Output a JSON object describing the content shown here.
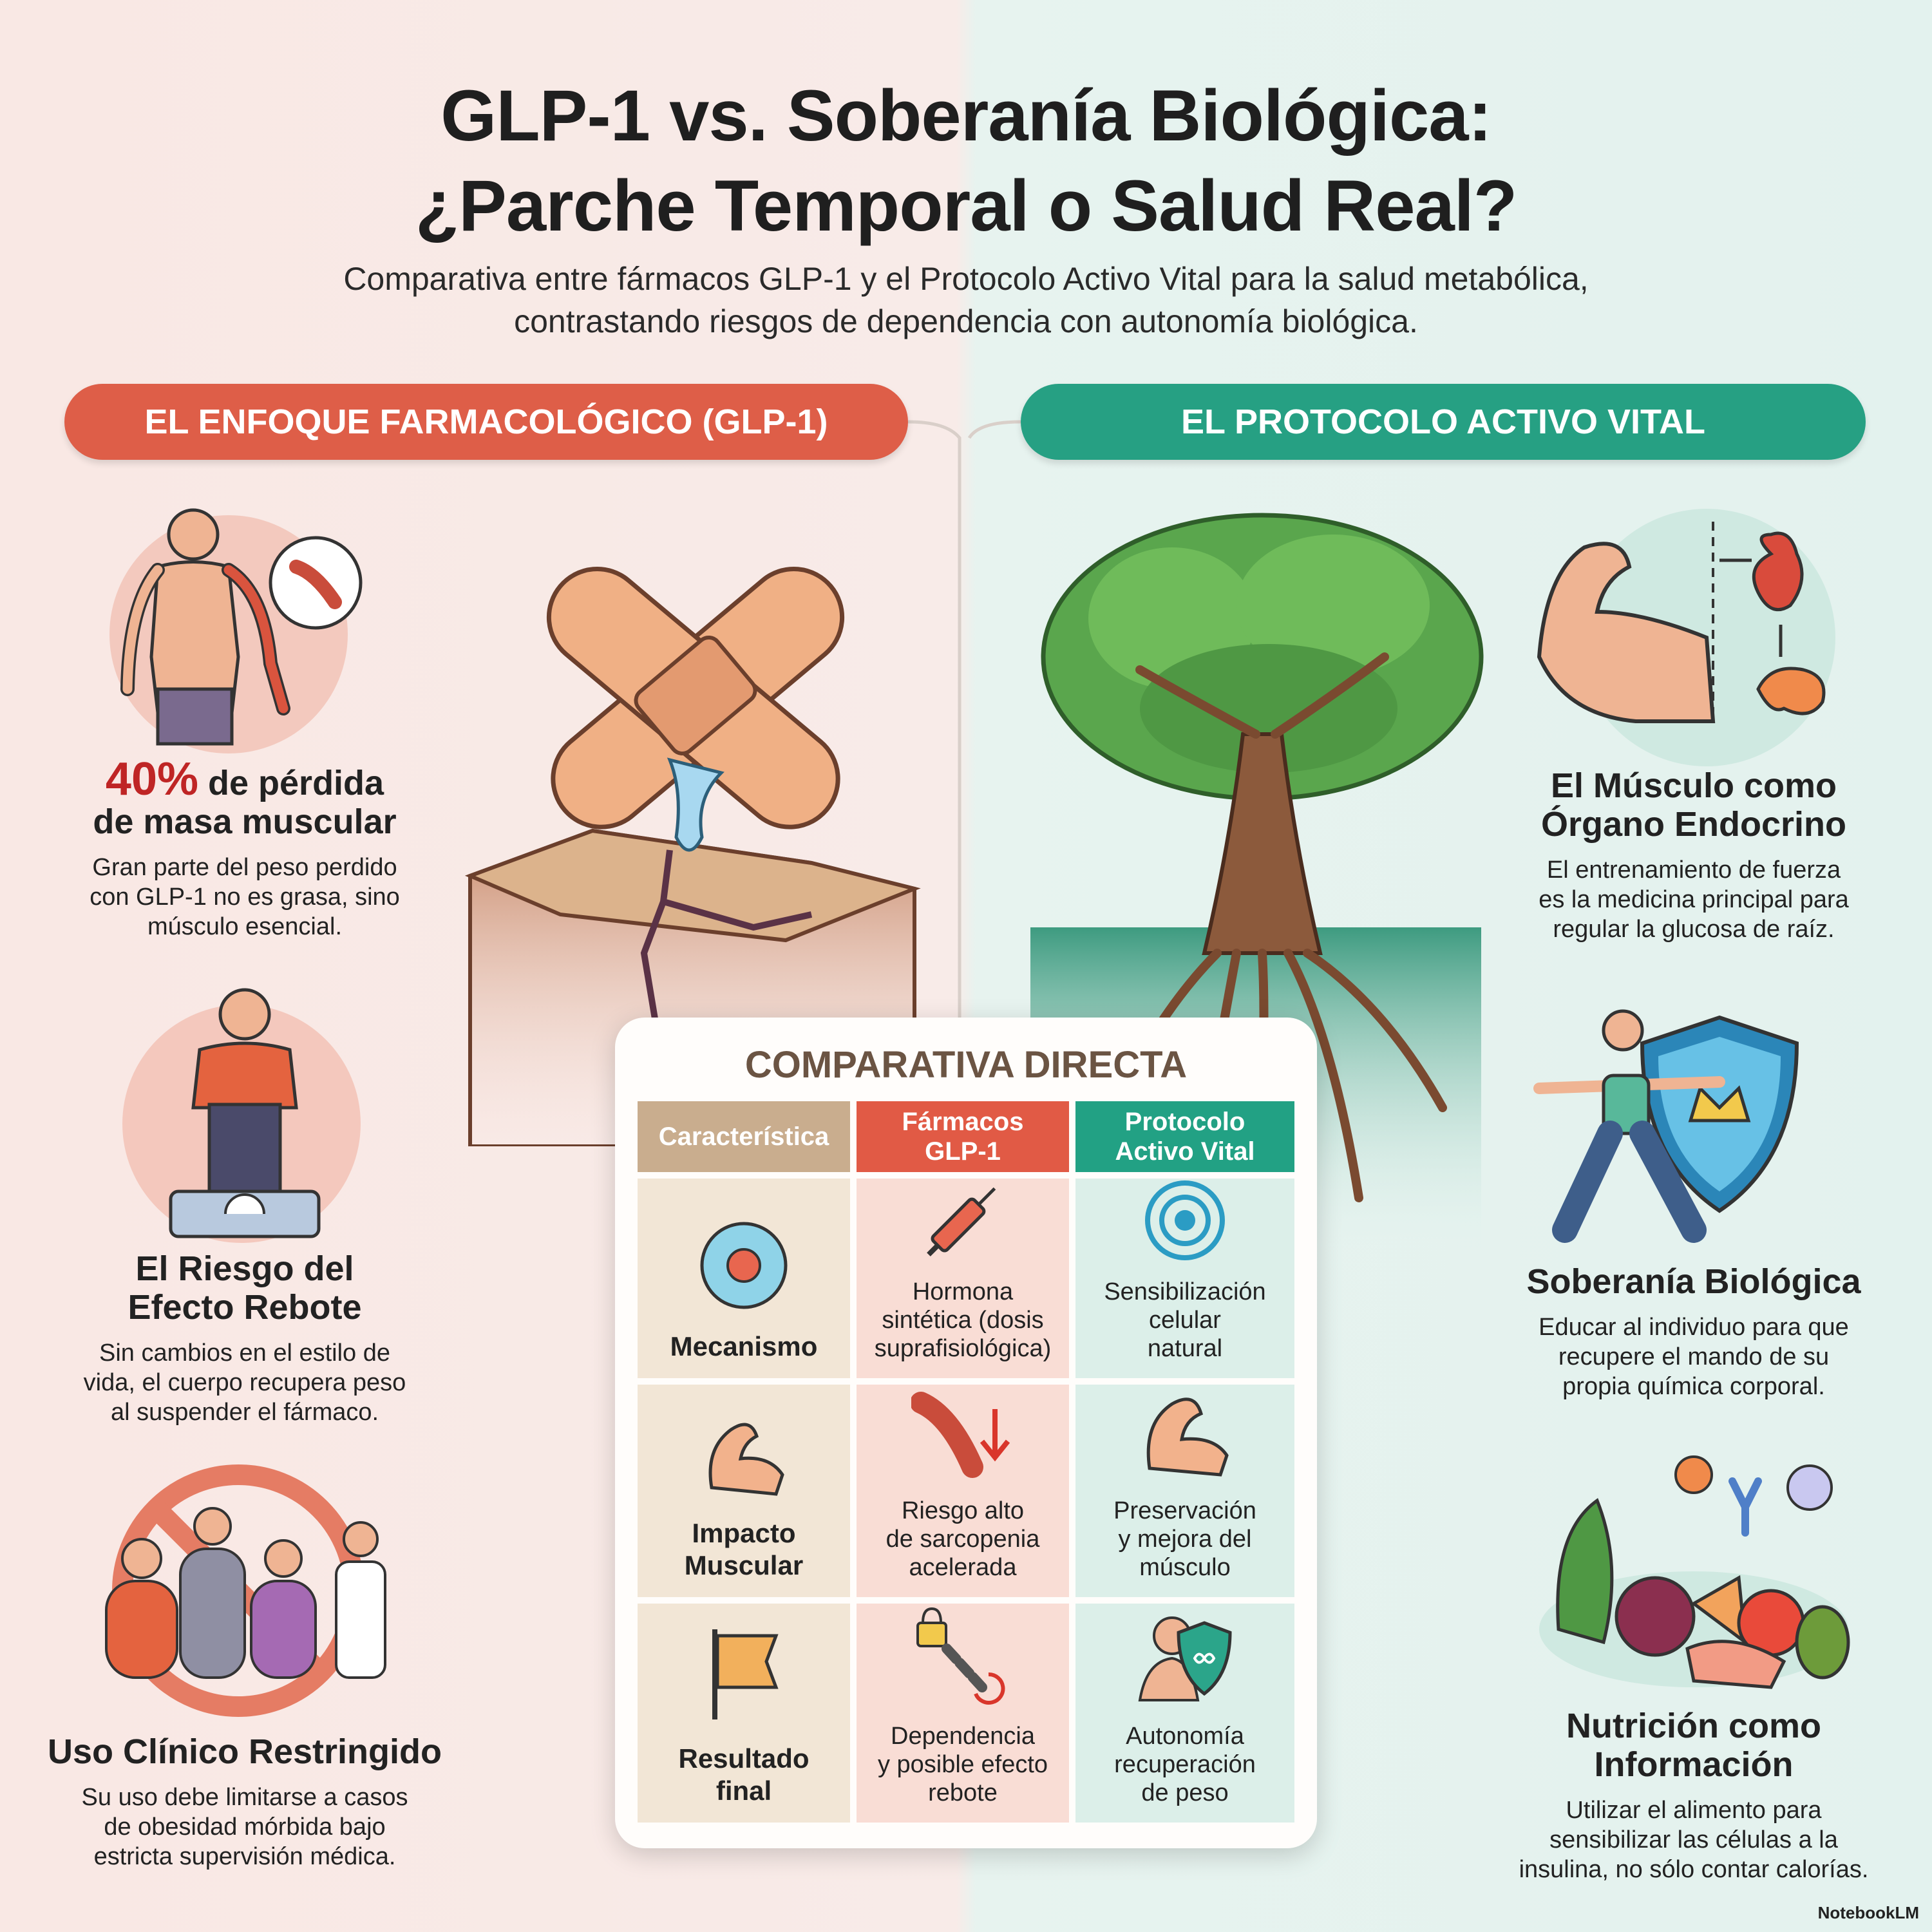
{
  "title": {
    "line1": "GLP-1 vs. Soberanía Biológica:",
    "line2": "¿Parche Temporal o Salud Real?"
  },
  "subtitle": {
    "line1": "Comparativa entre fármacos GLP-1 y el Protocolo Activo Vital para la salud metabólica,",
    "line2": "contrastando riesgos de dependencia con autonomía biológica."
  },
  "left": {
    "header": "EL ENFOQUE FARMACOLÓGICO (GLP-1)",
    "items": [
      {
        "title_pct": "40%",
        "title_rest": " de pérdida",
        "title_line2": "de masa muscular",
        "body": [
          "Gran parte del peso perdido",
          "con GLP-1 no es grasa, sino",
          "músculo esencial."
        ],
        "icon": "muscle-loss-icon"
      },
      {
        "title": [
          "El Riesgo del",
          "Efecto Rebote"
        ],
        "body": [
          "Sin cambios en el estilo de",
          "vida, el cuerpo recupera peso",
          "al suspender el fármaco."
        ],
        "icon": "scale-person-icon"
      },
      {
        "title": [
          "Uso Clínico Restringido"
        ],
        "body": [
          "Su uso debe limitarse a casos",
          "de obesidad mórbida bajo",
          "estricta supervisión médica."
        ],
        "icon": "restricted-use-icon"
      }
    ]
  },
  "right": {
    "header": "EL PROTOCOLO ACTIVO VITAL",
    "items": [
      {
        "title": [
          "El Músculo como",
          "Órgano Endocrino"
        ],
        "body": [
          "El entrenamiento de fuerza",
          "es la medicina principal para",
          "regular la glucosa de raíz."
        ],
        "icon": "muscle-organ-icon"
      },
      {
        "title": [
          "Soberanía Biológica"
        ],
        "body": [
          "Educar al individuo para que",
          "recupere el mando de su",
          "propia química corporal."
        ],
        "icon": "yoga-shield-icon"
      },
      {
        "title": [
          "Nutrición como",
          "Información"
        ],
        "body": [
          "Utilizar el alimento para",
          "sensibilizar las células a la",
          "insulina, no sólo contar calorías."
        ],
        "icon": "vegetables-icon"
      }
    ]
  },
  "comparison": {
    "title": "COMPARATIVA DIRECTA",
    "headers": [
      "Característica",
      "Fármacos\nGLP-1",
      "Protocolo\nActivo Vital"
    ],
    "header_colors": [
      "#c9ad8e",
      "#e15a45",
      "#22a184"
    ],
    "rows": [
      {
        "label": "Mecanismo",
        "glp1": [
          "Hormona",
          "sintética (dosis",
          "suprafisiológica)"
        ],
        "vital": [
          "Sensibilización",
          "celular",
          "natural"
        ],
        "icons": [
          "cell-icon",
          "syringe-icon",
          "target-icon"
        ]
      },
      {
        "label": [
          "Impacto",
          "Muscular"
        ],
        "glp1": [
          "Riesgo alto",
          "de sarcopenia",
          "acelerada"
        ],
        "vital": [
          "Preservación",
          "y mejora del",
          "músculo"
        ],
        "icons": [
          "flexed-arm-icon",
          "muscle-down-icon",
          "flexed-arm-icon"
        ]
      },
      {
        "label": [
          "Resultado",
          "final"
        ],
        "glp1": [
          "Dependencia",
          "y posible efecto",
          "rebote"
        ],
        "vital": [
          "Autonomía",
          "recuperación",
          "de peso"
        ],
        "icons": [
          "flag-icon",
          "chain-lock-icon",
          "shield-person-icon"
        ]
      }
    ]
  },
  "footer": {
    "brand": "NotebookLM"
  },
  "colors": {
    "red": "#de5e48",
    "teal": "#26a083",
    "tan": "#c9ad8e"
  }
}
